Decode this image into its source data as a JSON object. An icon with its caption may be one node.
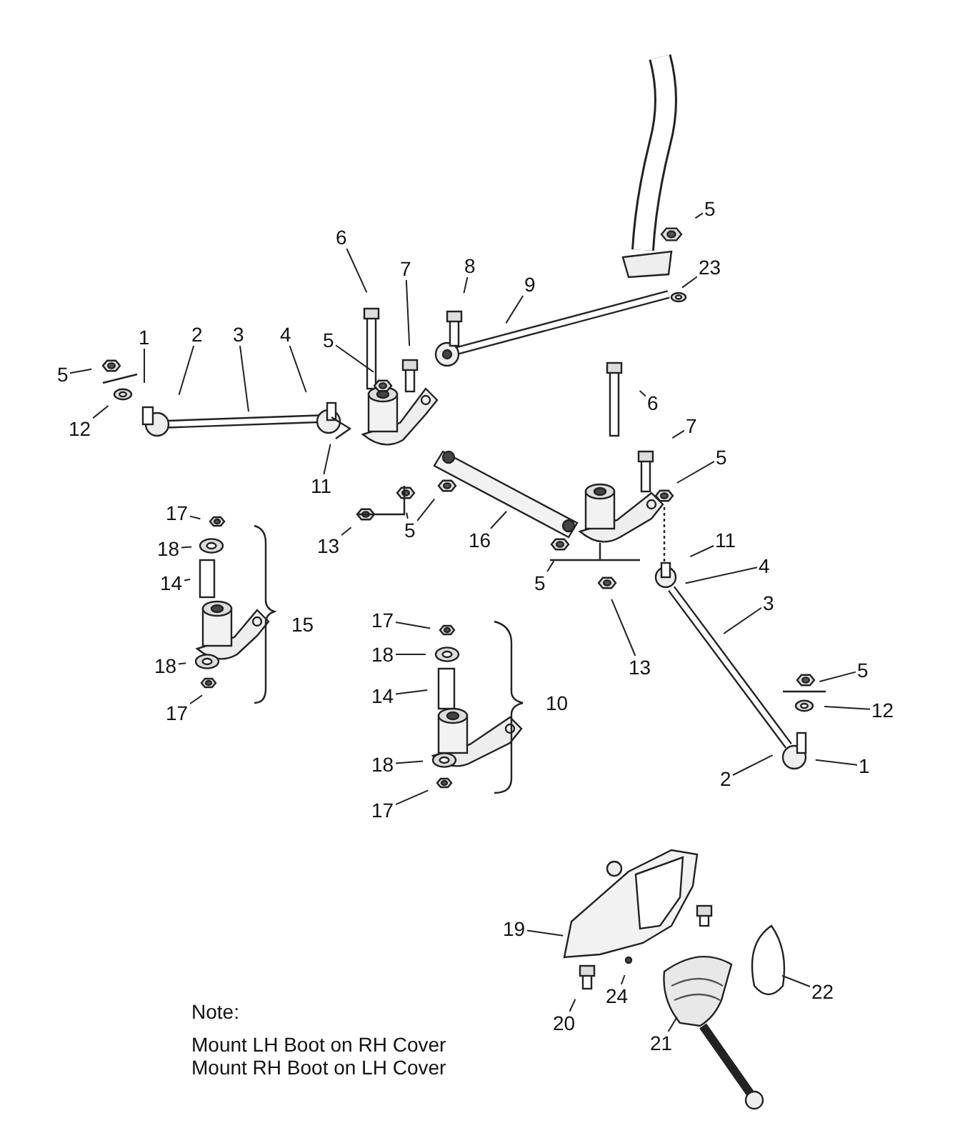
{
  "diagram": {
    "nodes": [
      {
        "text": [
          "1"
        ]
      },
      {
        "text": [
          "2"
        ]
      },
      {
        "text": [
          "3"
        ]
      },
      {
        "text": [
          "4"
        ]
      },
      {
        "text": [
          "5"
        ]
      },
      {
        "text": [
          "12"
        ]
      },
      {
        "text": [
          "6"
        ]
      },
      {
        "text": [
          "7"
        ]
      },
      {
        "text": [
          "8"
        ]
      },
      {
        "text": [
          "9"
        ]
      },
      {
        "text": [
          "5"
        ]
      },
      {
        "text": [
          "11"
        ]
      },
      {
        "text": [
          "13"
        ]
      },
      {
        "text": [
          "5"
        ]
      },
      {
        "text": [
          "16"
        ]
      },
      {
        "text": [
          "5"
        ]
      },
      {
        "text": [
          "23"
        ]
      },
      {
        "text": [
          "6"
        ]
      },
      {
        "text": [
          "7"
        ]
      },
      {
        "text": [
          "5"
        ]
      },
      {
        "text": [
          "11"
        ]
      },
      {
        "text": [
          "4"
        ]
      },
      {
        "text": [
          "3"
        ]
      },
      {
        "text": [
          "13"
        ]
      },
      {
        "text": [
          "5"
        ]
      },
      {
        "text": [
          "5"
        ]
      },
      {
        "text": [
          "12"
        ]
      },
      {
        "text": [
          "2"
        ]
      },
      {
        "text": [
          "1"
        ]
      },
      {
        "text": [
          "17"
        ]
      },
      {
        "text": [
          "18"
        ]
      },
      {
        "text": [
          "14"
        ]
      },
      {
        "text": [
          "18"
        ]
      },
      {
        "text": [
          "17"
        ]
      },
      {
        "text": [
          "17"
        ]
      },
      {
        "text": [
          "18"
        ]
      },
      {
        "text": [
          "14"
        ]
      },
      {
        "text": [
          "18"
        ]
      },
      {
        "text": [
          "17"
        ]
      },
      {
        "text": [
          "19"
        ]
      },
      {
        "text": [
          "20"
        ]
      },
      {
        "text": [
          "24"
        ]
      },
      {
        "text": [
          "21"
        ]
      },
      {
        "text": [
          "22"
        ]
      }
    ],
    "edges": [
      {
        "from": 0,
        "to": null,
        "arrow": "none"
      },
      {
        "from": 1,
        "to": null,
        "arrow": "none"
      },
      {
        "from": 2,
        "to": null,
        "arrow": "none"
      },
      {
        "from": 3,
        "to": null,
        "arrow": "none"
      },
      {
        "from": 4,
        "to": null,
        "arrow": "none"
      },
      {
        "from": 5,
        "to": null,
        "arrow": "none"
      },
      {
        "from": 6,
        "to": null,
        "arrow": "none"
      },
      {
        "from": 7,
        "to": null,
        "arrow": "none"
      },
      {
        "from": 8,
        "to": null,
        "arrow": "none"
      },
      {
        "from": 9,
        "to": null,
        "arrow": "none"
      },
      {
        "from": 10,
        "to": null,
        "arrow": "none"
      },
      {
        "from": 11,
        "to": null,
        "arrow": "none"
      },
      {
        "from": 12,
        "to": null,
        "arrow": "none"
      },
      {
        "from": 13,
        "to": null,
        "arrow": "none"
      },
      {
        "from": 13,
        "to": null,
        "arrow": "none"
      },
      {
        "from": 14,
        "to": null,
        "arrow": "none"
      },
      {
        "from": 15,
        "to": null,
        "arrow": "none"
      },
      {
        "from": 16,
        "to": null,
        "arrow": "none"
      },
      {
        "from": 17,
        "to": null,
        "arrow": "none"
      },
      {
        "from": 18,
        "to": null,
        "arrow": "none"
      },
      {
        "from": 19,
        "to": null,
        "arrow": "none"
      },
      {
        "from": 20,
        "to": null,
        "arrow": "none"
      },
      {
        "from": 21,
        "to": null,
        "arrow": "none"
      },
      {
        "from": 22,
        "to": null,
        "arrow": "none"
      },
      {
        "from": 23,
        "to": null,
        "arrow": "none"
      },
      {
        "from": 24,
        "to": null,
        "arrow": "none"
      },
      {
        "from": 25,
        "to": null,
        "arrow": "none"
      },
      {
        "from": 26,
        "to": null,
        "arrow": "none"
      },
      {
        "from": 27,
        "to": null,
        "arrow": "none"
      },
      {
        "from": 28,
        "to": null,
        "arrow": "none"
      },
      {
        "from": 29,
        "to": null,
        "arrow": "none"
      },
      {
        "from": 30,
        "to": null,
        "arrow": "none"
      },
      {
        "from": 31,
        "to": null,
        "arrow": "none"
      },
      {
        "from": 32,
        "to": null,
        "arrow": "none"
      },
      {
        "from": 33,
        "to": null,
        "arrow": "none"
      },
      {
        "from": 34,
        "to": null,
        "arrow": "none"
      },
      {
        "from": 35,
        "to": null,
        "arrow": "none"
      },
      {
        "from": 36,
        "to": null,
        "arrow": "none"
      },
      {
        "from": 37,
        "to": null,
        "arrow": "none"
      },
      {
        "from": 38,
        "to": null,
        "arrow": "none"
      },
      {
        "from": 39,
        "to": null,
        "arrow": "none"
      },
      {
        "from": 40,
        "to": null,
        "arrow": "none"
      },
      {
        "from": 41,
        "to": null,
        "arrow": "none"
      },
      {
        "from": 42,
        "to": null,
        "arrow": "none"
      },
      {
        "from": 43,
        "to": null,
        "arrow": "none"
      }
    ],
    "labels": [
      "15",
      "10",
      "Note:",
      "Mount LH Boot on RH Cover",
      "Mount RH Boot on LH Cover"
    ]
  }
}
